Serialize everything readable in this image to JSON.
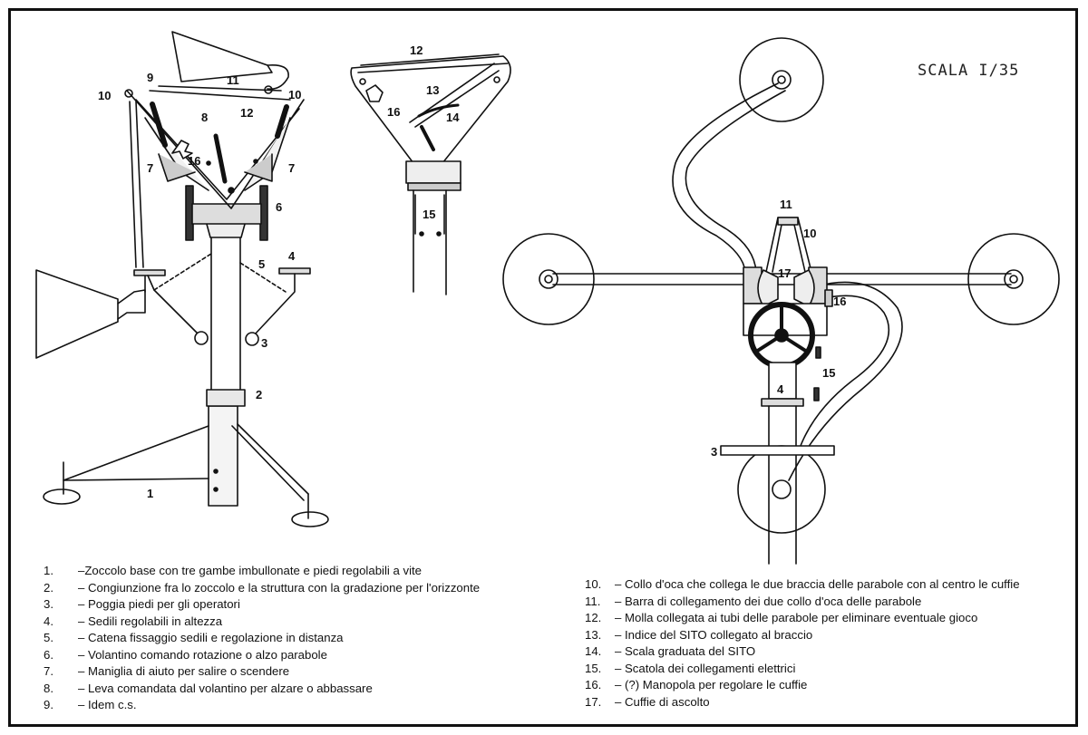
{
  "scale_label": "SCALA I/35",
  "callouts": {
    "left": [
      "9",
      "11",
      "10",
      "10",
      "8",
      "12",
      "16",
      "7",
      "7",
      "6",
      "4",
      "5",
      "3",
      "2",
      "1"
    ],
    "middle": [
      "12",
      "13",
      "16",
      "14",
      "15"
    ],
    "right": [
      "11",
      "10",
      "17",
      "16",
      "15",
      "4",
      "3"
    ]
  },
  "legend_left": [
    {
      "num": "1.",
      "text": "–Zoccolo base con tre gambe imbullonate e piedi regolabili a vite"
    },
    {
      "num": "2.",
      "text": "– Congiunzione fra lo zoccolo e la struttura con la gradazione per l'orizzonte"
    },
    {
      "num": "3.",
      "text": "– Poggia piedi per gli operatori"
    },
    {
      "num": "4.",
      "text": "– Sedili regolabili in altezza"
    },
    {
      "num": "5.",
      "text": "– Catena fissaggio sedili e regolazione in distanza"
    },
    {
      "num": "6.",
      "text": "– Volantino comando rotazione o alzo parabole"
    },
    {
      "num": "7.",
      "text": "– Maniglia di aiuto per salire o scendere"
    },
    {
      "num": "8.",
      "text": "– Leva comandata dal volantino per alzare o abbassare"
    },
    {
      "num": "9.",
      "text": "– Idem c.s."
    }
  ],
  "legend_right": [
    {
      "num": "10.",
      "text": "– Collo d'oca che collega le due braccia delle parabole con al centro le cuffie"
    },
    {
      "num": "11.",
      "text": "– Barra di collegamento dei due collo d'oca delle parabole"
    },
    {
      "num": "12.",
      "text": "– Molla collegata ai tubi delle parabole per eliminare eventuale gioco"
    },
    {
      "num": "13.",
      "text": "– Indice del SITO collegato al braccio"
    },
    {
      "num": "14.",
      "text": "– Scala graduata del SITO"
    },
    {
      "num": "15.",
      "text": "– Scatola dei collegamenti elettrici"
    },
    {
      "num": "16.",
      "text": "– (?) Manopola per regolare le cuffie"
    },
    {
      "num": "17.",
      "text": "– Cuffie di ascolto"
    }
  ]
}
